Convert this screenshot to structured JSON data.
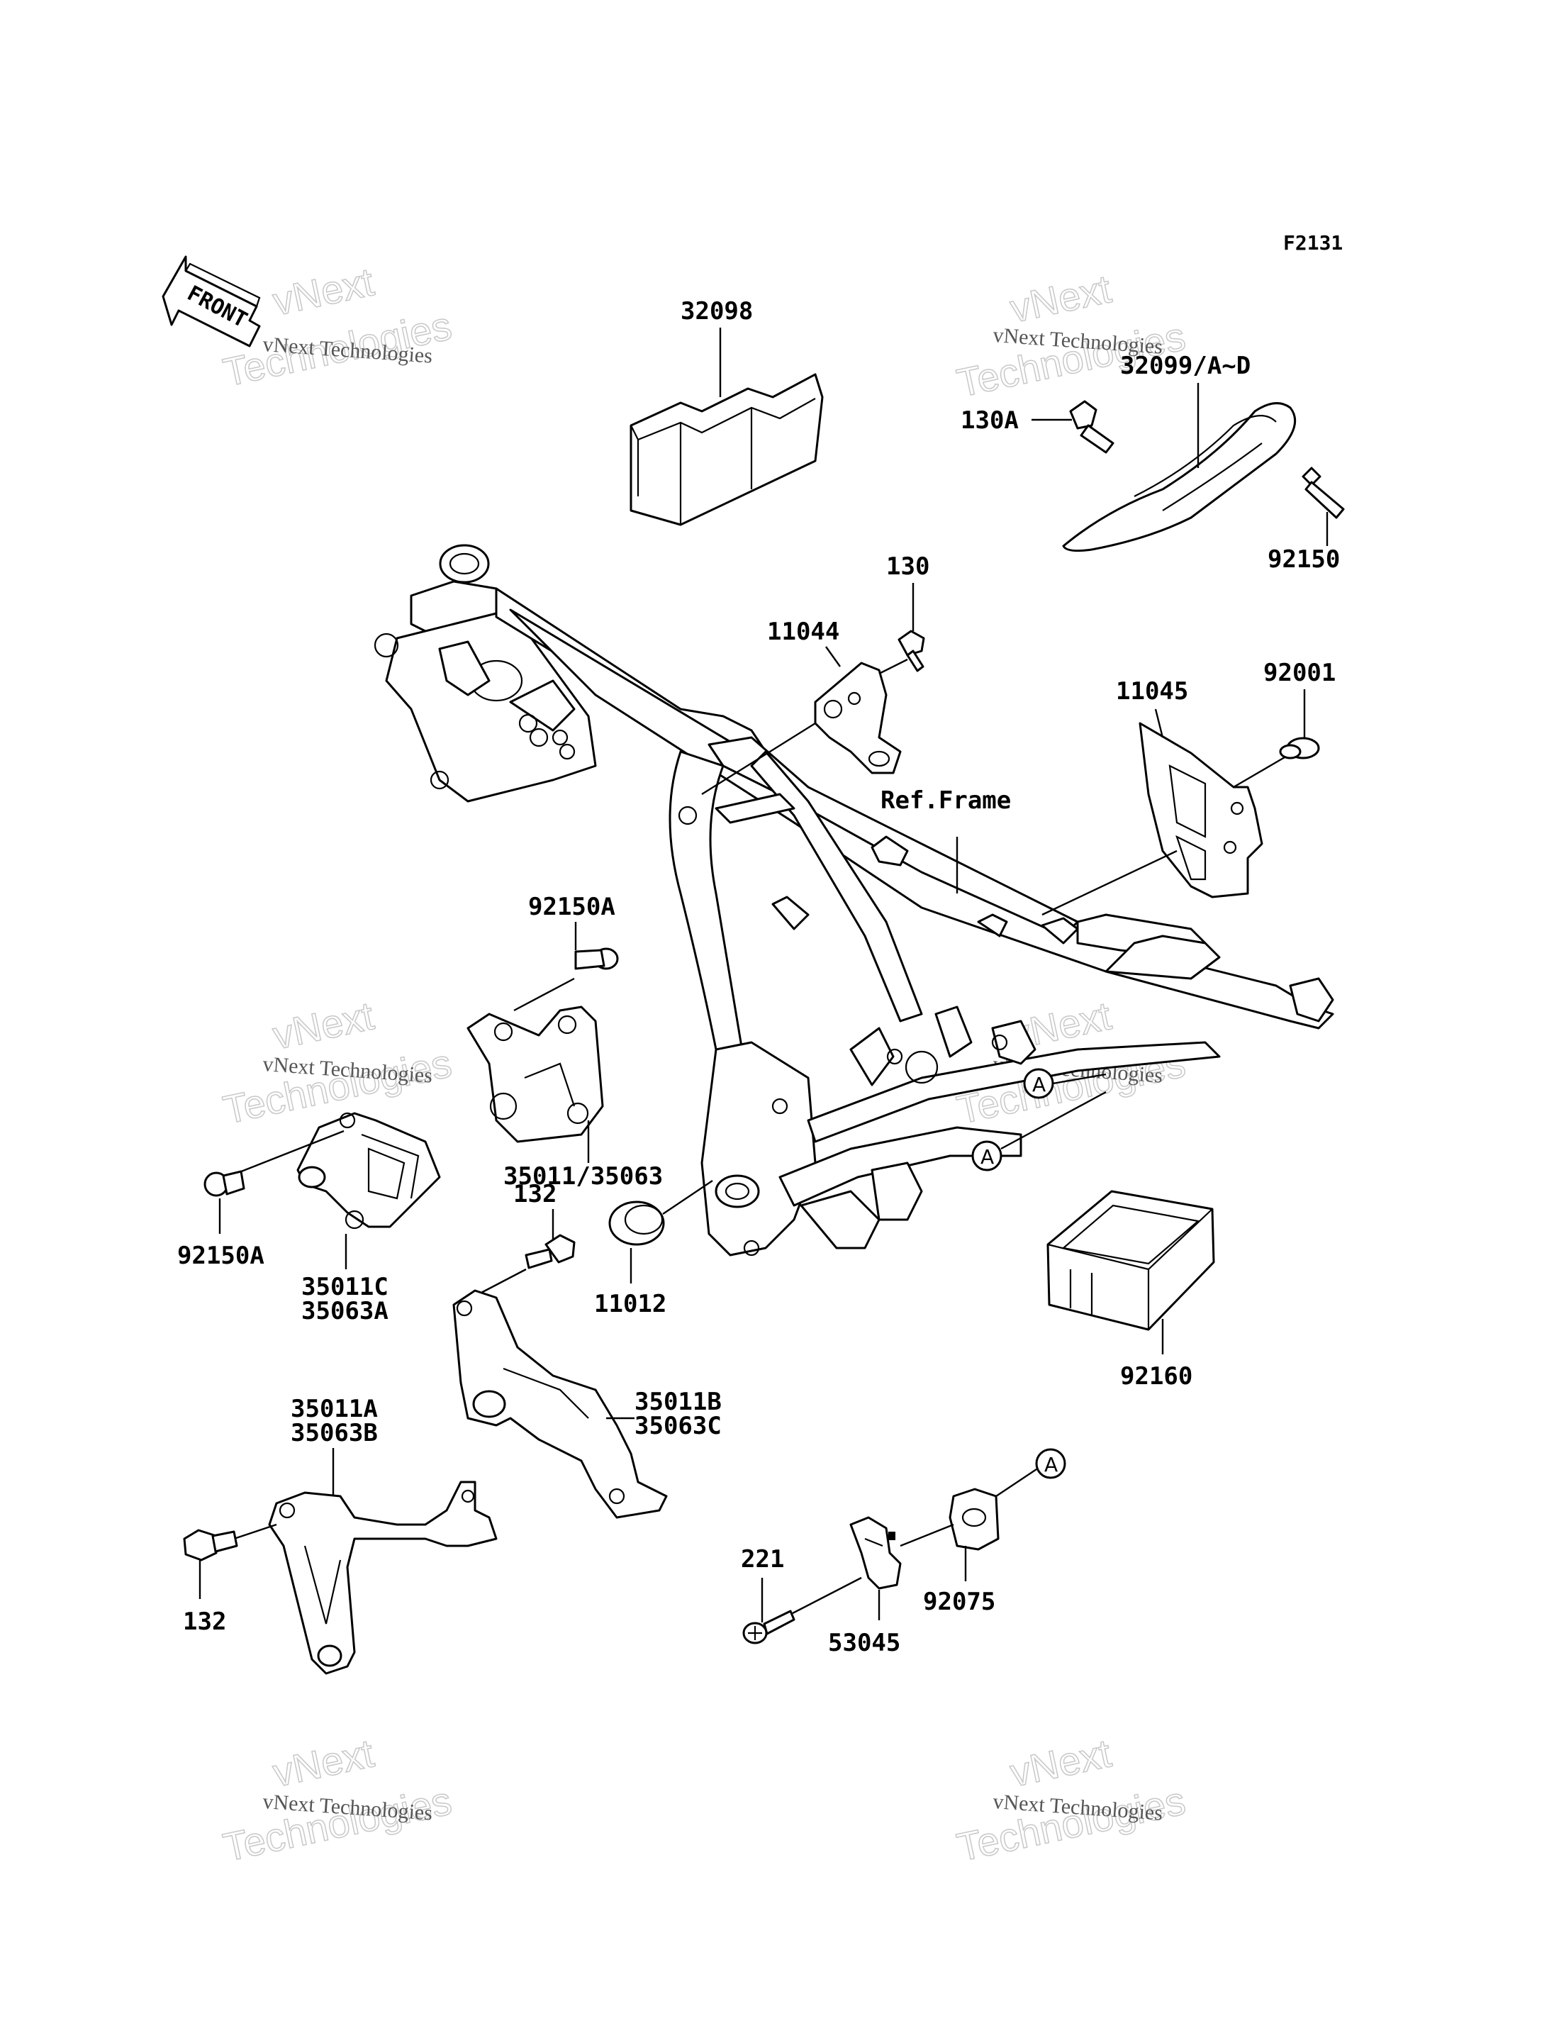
{
  "diagram_code": "F2131",
  "front_label": "FRONT",
  "ref_frame_label": "Ref.Frame",
  "marker_letter": "A",
  "watermark": {
    "line1": "vNext Technologies",
    "line2": "vNext",
    "line3": "Technologies"
  },
  "parts": {
    "p32098": "32098",
    "p32099": "32099/A~D",
    "p130A": "130A",
    "p92150": "92150",
    "p130": "130",
    "p11044": "11044",
    "p92001": "92001",
    "p11045": "11045",
    "p92150A_top": "92150A",
    "p92150A_left": "92150A",
    "p35011_35063": "35011/35063",
    "p132_top": "132",
    "p35011C": "35011C",
    "p35063A": "35063A",
    "p11012": "11012",
    "p92160": "92160",
    "p35011A": "35011A",
    "p35063B": "35063B",
    "p35011B": "35011B",
    "p35063C": "35063C",
    "p132_bottom": "132",
    "p221": "221",
    "p53045": "53045",
    "p92075": "92075"
  }
}
